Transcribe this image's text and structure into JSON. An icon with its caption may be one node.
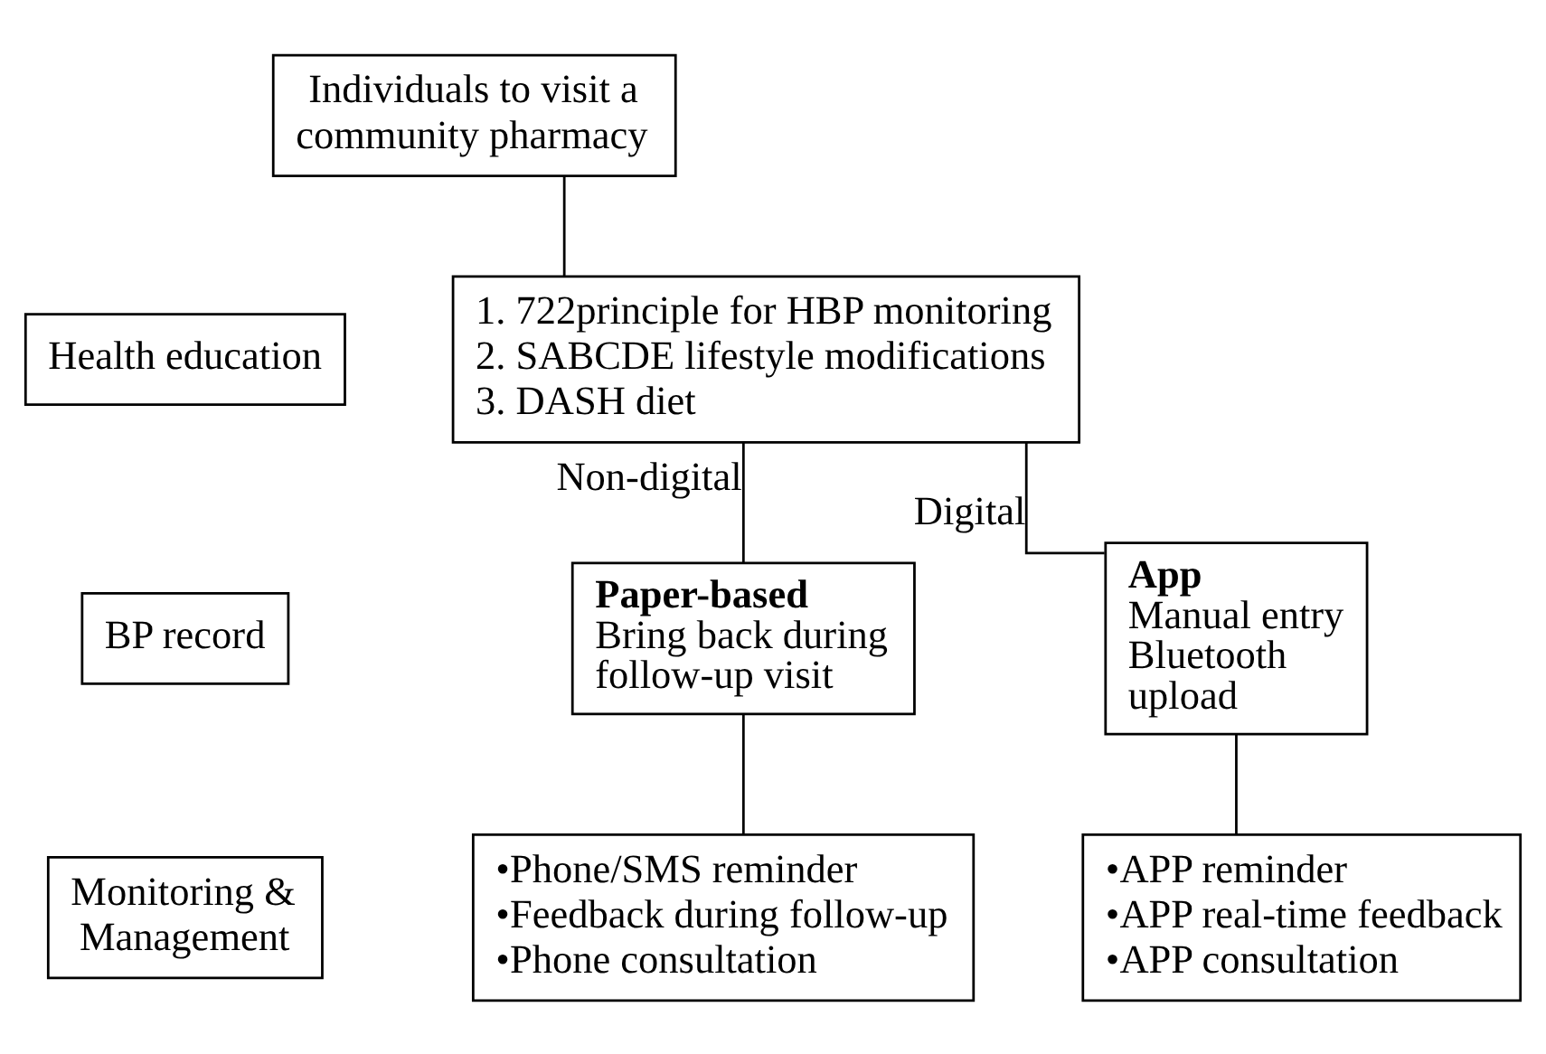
{
  "diagram": {
    "nodes": [
      {
        "text": [
          "Individuals to visit a community pharmacy"
        ]
      },
      {
        "text": [
          "Health education"
        ]
      },
      {
        "text": [
          "1. 722principle for HBP monitoring",
          "2. SABCDE lifestyle modifications",
          "3. DASH diet"
        ]
      },
      {
        "text": [
          "BP record"
        ]
      },
      {
        "text": [
          "Paper-based",
          "Bring back during follow-up visit"
        ]
      },
      {
        "text": [
          "App",
          "Manual entry Bluetooth upload"
        ]
      },
      {
        "text": [
          "Monitoring & Management"
        ]
      },
      {
        "text": [
          "•Phone/SMS reminder",
          "•Feedback during follow-up",
          "•Phone consultation"
        ]
      },
      {
        "text": [
          "•APP reminder",
          "•APP real-time feedback",
          "•APP consultation"
        ]
      }
    ],
    "edges": [
      {
        "from": 0,
        "to": 2,
        "arrow": "none"
      },
      {
        "from": 2,
        "to": 4,
        "arrow": "none",
        "label": "Non-digital"
      },
      {
        "from": 2,
        "to": 5,
        "arrow": "none",
        "label": "Digital"
      },
      {
        "from": 4,
        "to": 7,
        "arrow": "none"
      },
      {
        "from": 5,
        "to": 8,
        "arrow": "none"
      }
    ]
  }
}
